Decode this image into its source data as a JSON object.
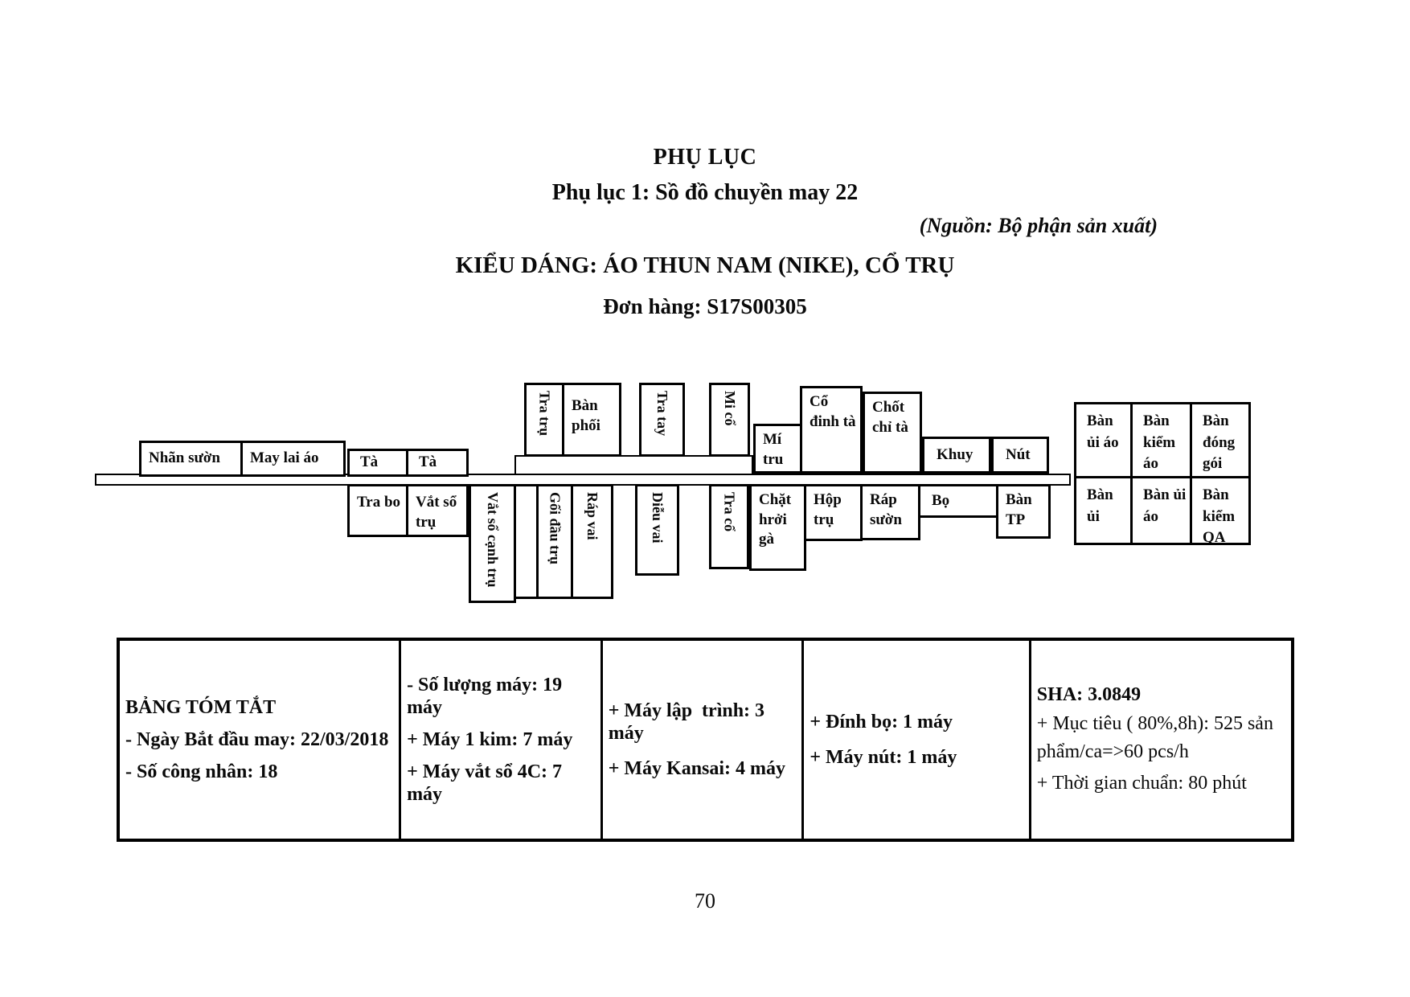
{
  "header": {
    "title": "PHỤ LỤC",
    "subtitle": "Phụ lục 1: Sồ đồ chuyền may 22",
    "source": "(Nguồn: Bộ phận sản xuất)",
    "style_line": "KIỂU DÁNG: ÁO THUN NAM (NIKE), CỔ TRỤ",
    "order_line": "Đơn hàng: S17S00305"
  },
  "diagram": {
    "top_row": {
      "nhan_suon": "Nhãn sườn",
      "may_lai_ao": "May lai áo",
      "ta_1": "Tà",
      "ta_2": "Tà",
      "tra_tru": "Tra trụ",
      "ban_phoi": "Bàn phối",
      "tra_tay": "Tra tay",
      "mi_co": "Mi cổ",
      "mi_tru": "Mí tru",
      "co_dinh_ta": "Cổ đinh tà",
      "chot_chi_ta": "Chốt chỉ tà",
      "khuy": "Khuy",
      "nut": "Nút"
    },
    "bottom_row": {
      "tra_bo": "Tra bo",
      "vat_so_tru": "Vắt sổ trụ",
      "vat_so_canh_tru": "Vắt sổ cạnh trụ",
      "goi_dau_tru": "Gối đầu trụ",
      "rap_vai": "Ráp vai",
      "dieu_vai": "Diễu vai",
      "tra_co": "Tra cổ",
      "chat_hroi_ga": "Chặt hrởi gà",
      "hop_tru": "Hộp trụ",
      "rap_suon": "Ráp sườn",
      "bo": "Bọ",
      "ban_tp": "Bàn TP"
    },
    "finish_area": {
      "ban_ui_ao_top": "Bàn ủi áo",
      "ban_kiem_ao": "Bàn kiểm áo",
      "ban_dong_goi": "Bàn đóng gói",
      "ban_ui": "Bàn ủi",
      "ban_ui_ao_bottom": "Bàn ủi áo",
      "ban_kiem_qa": "Bàn kiểm QA"
    }
  },
  "summary_table": {
    "col1": {
      "title": "BẢNG TÓM TẮT",
      "line2": "- Ngày Bắt đầu may: 22/03/2018",
      "line3": "- Số công nhân: 18"
    },
    "col2": {
      "line1": "- Số lượng máy: 19 máy",
      "line2": "+ Máy 1 kim: 7 máy",
      "line3": "+ Máy vắt sổ 4C: 7 máy"
    },
    "col3": {
      "line1": "+ Máy lập  trình: 3 máy",
      "line2": "+ Máy Kansai: 4 máy"
    },
    "col4": {
      "line1": "+ Đính bọ: 1 máy",
      "line2": "+ Máy nút: 1 máy"
    },
    "col5": {
      "line1": "SHA: 3.0849",
      "line2": "+ Mục tiêu ( 80%,8h): 525 sản\nphẩm/ca=>60 pcs/h",
      "line3": "+ Thời gian chuẩn: 80 phút"
    }
  },
  "footer": {
    "page_number": "70"
  }
}
